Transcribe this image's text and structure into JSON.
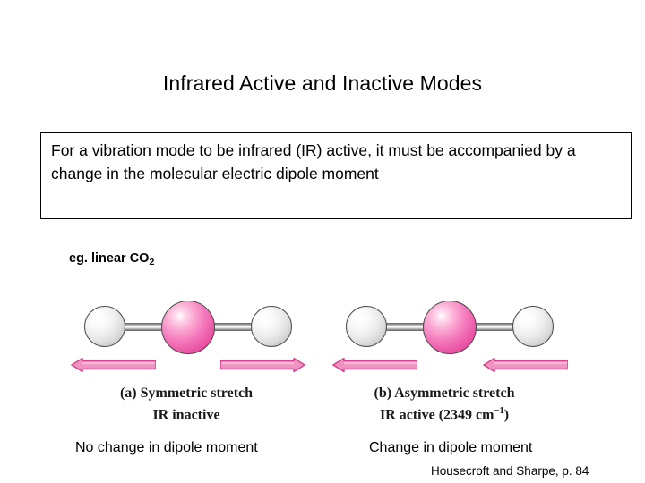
{
  "slide": {
    "title": "Infrared Active and Inactive Modes",
    "statement": "For a vibration mode to be infrared (IR) active, it must be accompanied by a change in the molecular electric dipole moment",
    "example_label_text": "eg. linear CO",
    "example_label_sub": "2",
    "attribution": "Housecroft and Sharpe, p. 84"
  },
  "colors": {
    "pink_atom": "#EA55A4",
    "pink_arrow": "#E2579C",
    "white_atom": "#EDEDED",
    "bond_grey": "#9A9A9A",
    "text": "#000000",
    "box_border": "#000000"
  },
  "figures": [
    {
      "id": "symmetric-stretch",
      "caption_line1": "(a) Symmetric stretch",
      "caption_line2_pre": "IR inactive",
      "caption_line2_sup": "",
      "caption_line2_post": "",
      "dipole_label": "No change in dipole moment",
      "atoms": [
        {
          "element": "O",
          "color": "white"
        },
        {
          "element": "C",
          "color": "pink"
        },
        {
          "element": "O",
          "color": "white"
        }
      ],
      "arrows": [
        {
          "position": "left",
          "direction": "left"
        },
        {
          "position": "right",
          "direction": "right"
        }
      ]
    },
    {
      "id": "asymmetric-stretch",
      "caption_line1": "(b) Asymmetric stretch",
      "caption_line2_pre": "IR active (2349 cm",
      "caption_line2_sup": "−1",
      "caption_line2_post": ")",
      "dipole_label": "Change in dipole moment",
      "atoms": [
        {
          "element": "O",
          "color": "white"
        },
        {
          "element": "C",
          "color": "pink"
        },
        {
          "element": "O",
          "color": "white"
        }
      ],
      "arrows": [
        {
          "position": "left",
          "direction": "left"
        },
        {
          "position": "right",
          "direction": "left"
        }
      ]
    }
  ]
}
